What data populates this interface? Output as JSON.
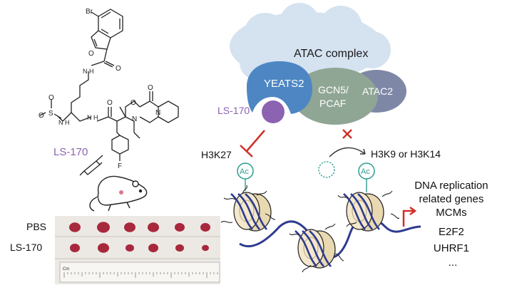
{
  "compound": {
    "name": "LS-170",
    "atoms": {
      "br": "Br",
      "o_furan": "O",
      "nh_amide": "N\nH",
      "o_amide1": "O",
      "ms_s": "S",
      "ms_o1": "O",
      "ms_o2": "O",
      "ms_nh": "N\nH",
      "nh2": "N\nH",
      "o2": "O",
      "n_me": "N",
      "o3": "O",
      "o4": "O",
      "n_pip": "N",
      "f": "F"
    }
  },
  "complex": {
    "title": "ATAC complex",
    "subunits": [
      "YEATS2",
      "GCN5/\nPCAF",
      "ATAC2"
    ],
    "inhibitor": "LS-170"
  },
  "marks": {
    "blocked": "H3K27",
    "active": "H3K9 or H3K14",
    "acetyl": "Ac"
  },
  "targets": [
    "DNA replication",
    "related genes",
    "MCMs",
    "E2F2",
    "UHRF1",
    "..."
  ],
  "tumors": {
    "rows": [
      "PBS",
      "LS-170"
    ],
    "ruler_label": "Cm"
  },
  "colors": {
    "yeats2": "#4d86c3",
    "gcn5": "#8fa694",
    "atac2": "#7e88a6",
    "complex_cloud": "#d5e2f0",
    "inhibitor": "#8b63b0",
    "block_red": "#d03028",
    "acetyl_teal": "#2a9d8f",
    "dna": "#2e3b8f",
    "nucleosome": "#e9d9b2",
    "tumor": "#a8283c"
  }
}
